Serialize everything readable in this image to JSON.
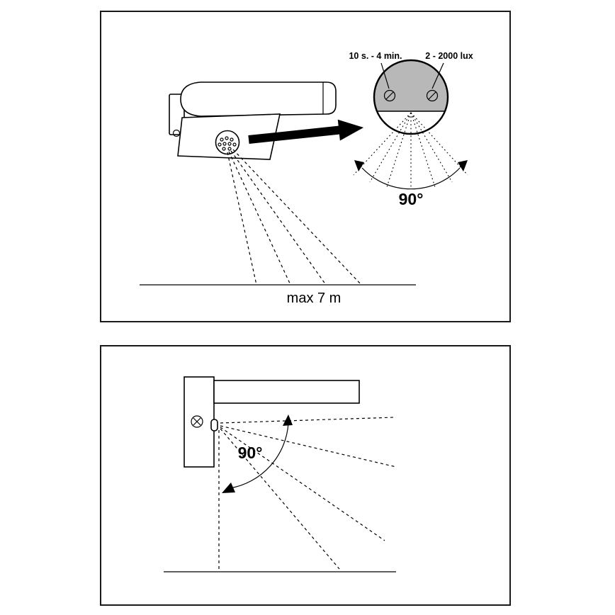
{
  "colors": {
    "line": "#000000",
    "panel_border": "#1a1a1a",
    "sensor_face_gray": "#b8b8b8"
  },
  "panel1": {
    "timer_label": "10 s. - 4 min.",
    "lux_label": "2 - 2000 lux",
    "angle_label": "90°",
    "range_label": "max 7 m"
  },
  "panel2": {
    "angle_label": "90°"
  }
}
